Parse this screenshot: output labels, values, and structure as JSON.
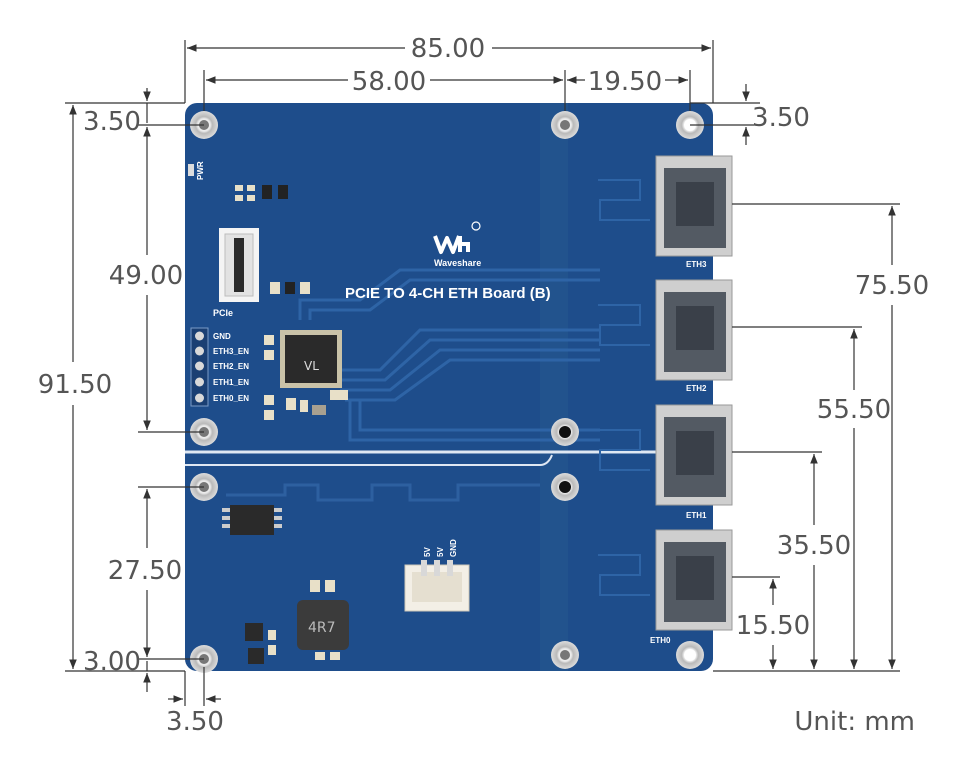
{
  "board": {
    "title": "PCIE TO 4-CH ETH Board (B)",
    "brand": "Waveshare",
    "pcb_color": "#1f4f8c",
    "silkscreen": {
      "pwr": "PWR",
      "pcie": "PCIe",
      "pins": [
        "GND",
        "ETH3_EN",
        "ETH2_EN",
        "ETH1_EN",
        "ETH0_EN"
      ],
      "ports": [
        "ETH3",
        "ETH2",
        "ETH1",
        "ETH0"
      ],
      "power_pins": [
        "5V",
        "5V",
        "GND"
      ],
      "inductor": "4R7"
    }
  },
  "dimensions": {
    "width_total": "85.00",
    "width_holes": "58.00",
    "width_right": "19.50",
    "offset_top_left": "3.50",
    "offset_top_right": "3.50",
    "height_total": "91.50",
    "height_upper": "49.00",
    "height_lower": "27.50",
    "offset_bottom": "3.00",
    "offset_bottom_x": "3.50",
    "eth3": "75.50",
    "eth2": "55.50",
    "eth1": "35.50",
    "eth0": "15.50"
  },
  "unit_label": "Unit: mm"
}
